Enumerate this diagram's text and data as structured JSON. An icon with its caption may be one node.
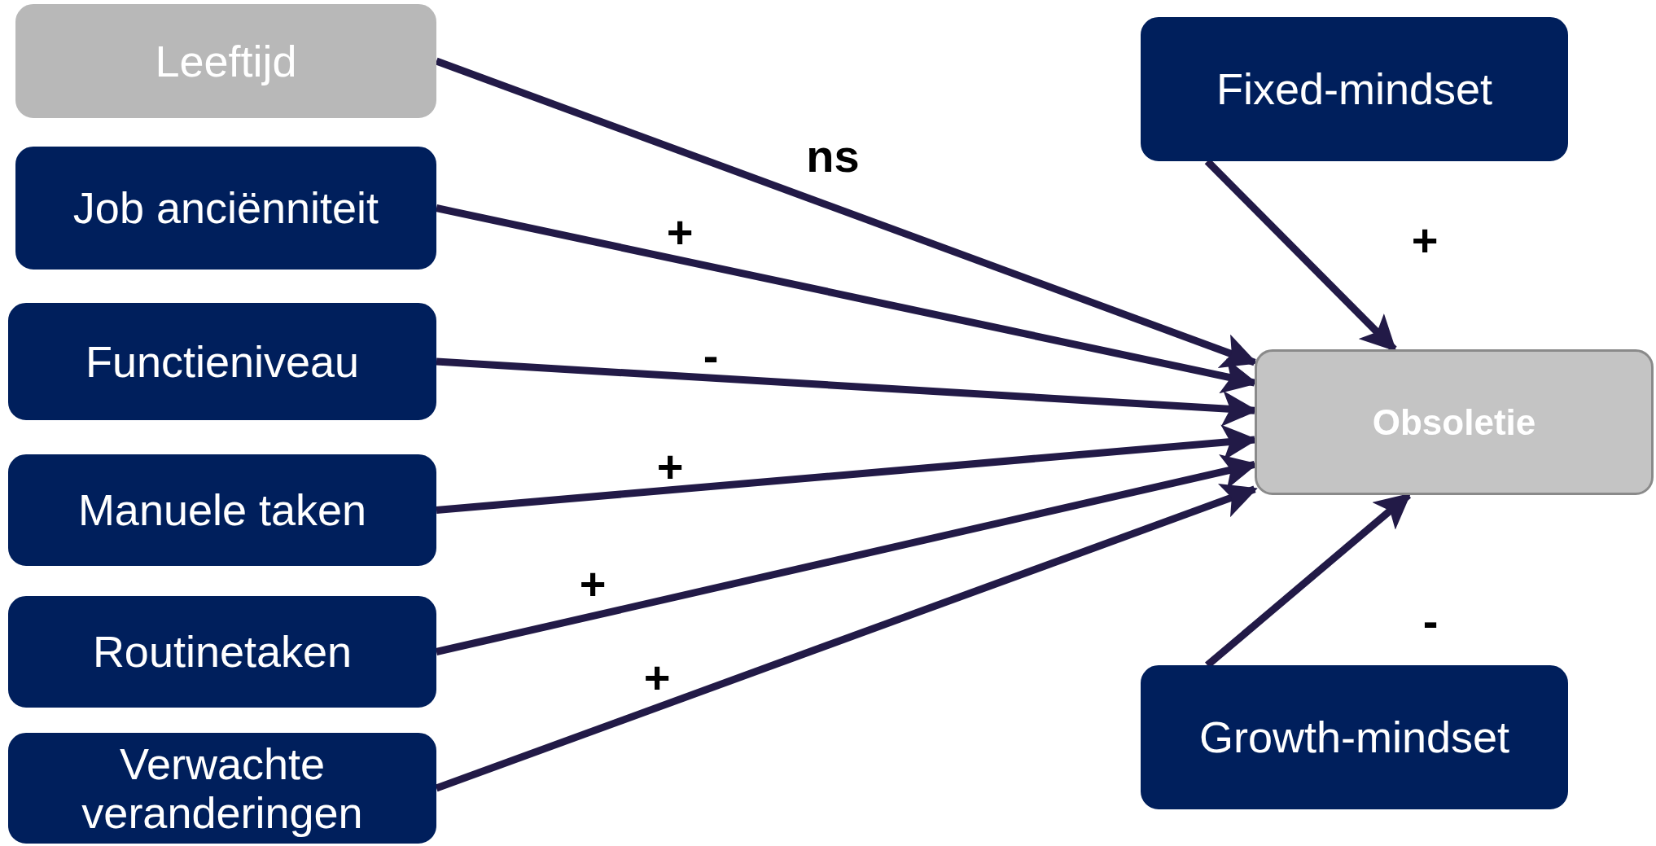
{
  "diagram": {
    "nodes": [
      {
        "text": [
          "Leeftijd"
        ]
      },
      {
        "text": [
          "Job anciënniteit"
        ]
      },
      {
        "text": [
          "Functieniveau"
        ]
      },
      {
        "text": [
          "Manuele taken"
        ]
      },
      {
        "text": [
          "Routinetaken"
        ]
      },
      {
        "text": [
          "Verwachte veranderingen"
        ]
      },
      {
        "text": [
          "Fixed-mindset"
        ]
      },
      {
        "text": [
          "Obsoletie"
        ]
      },
      {
        "text": [
          "Growth-mindset"
        ]
      }
    ],
    "edges": [
      {
        "from": 0,
        "to": 7,
        "arrow": "to",
        "label": "ns"
      },
      {
        "from": 1,
        "to": 7,
        "arrow": "to",
        "label": "+"
      },
      {
        "from": 2,
        "to": 7,
        "arrow": "to",
        "label": "-"
      },
      {
        "from": 3,
        "to": 7,
        "arrow": "to",
        "label": "+"
      },
      {
        "from": 4,
        "to": 7,
        "arrow": "to",
        "label": "+"
      },
      {
        "from": 5,
        "to": 7,
        "arrow": "to",
        "label": "+"
      },
      {
        "from": 6,
        "to": 7,
        "arrow": "to",
        "label": "+"
      },
      {
        "from": 8,
        "to": 7,
        "arrow": "to",
        "label": "-"
      }
    ]
  }
}
